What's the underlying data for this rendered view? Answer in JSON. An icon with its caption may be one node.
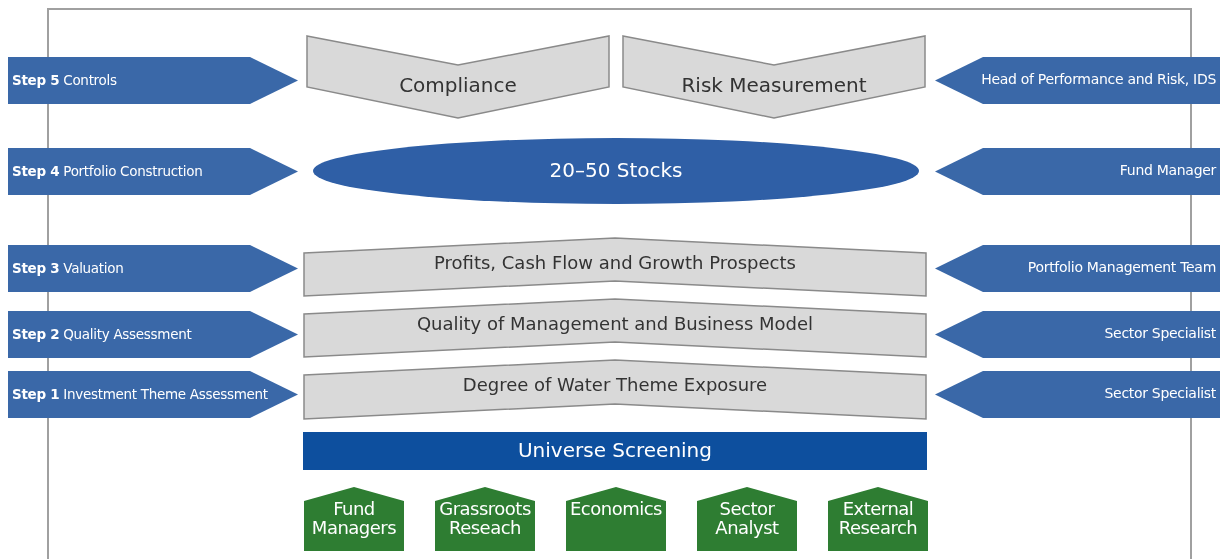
{
  "diagram": {
    "nodes": [
      {
        "text": [
          "**Step 5** Controls"
        ]
      },
      {
        "text": [
          "Compliance"
        ]
      },
      {
        "text": [
          "Risk Measurement"
        ]
      },
      {
        "text": [
          "Head of Performance and Risk, IDS"
        ]
      },
      {
        "text": [
          "**Step 4** Portfolio Construction"
        ]
      },
      {
        "text": [
          "20–50 Stocks"
        ]
      },
      {
        "text": [
          "Fund Manager"
        ]
      },
      {
        "text": [
          "**Step 3** Valuation"
        ]
      },
      {
        "text": [
          "Profits, Cash Flow and Growth Prospects"
        ]
      },
      {
        "text": [
          "Portfolio Management Team"
        ]
      },
      {
        "text": [
          "**Step 2** Quality Assessment"
        ]
      },
      {
        "text": [
          "Quality of Management and Business Model"
        ]
      },
      {
        "text": [
          "Sector Specialist"
        ]
      },
      {
        "text": [
          "**Step 1** Investment Theme Assessment"
        ]
      },
      {
        "text": [
          "Degree of Water Theme Exposure"
        ]
      },
      {
        "text": [
          "Sector Specialist"
        ]
      },
      {
        "text": [
          "Universe Screening"
        ]
      },
      {
        "text": [
          "Fund Managers"
        ]
      },
      {
        "text": [
          "Grassroots Reseach"
        ]
      },
      {
        "text": [
          "Economics"
        ]
      },
      {
        "text": [
          "Sector Analyst"
        ]
      },
      {
        "text": [
          "External Research"
        ]
      }
    ]
  }
}
